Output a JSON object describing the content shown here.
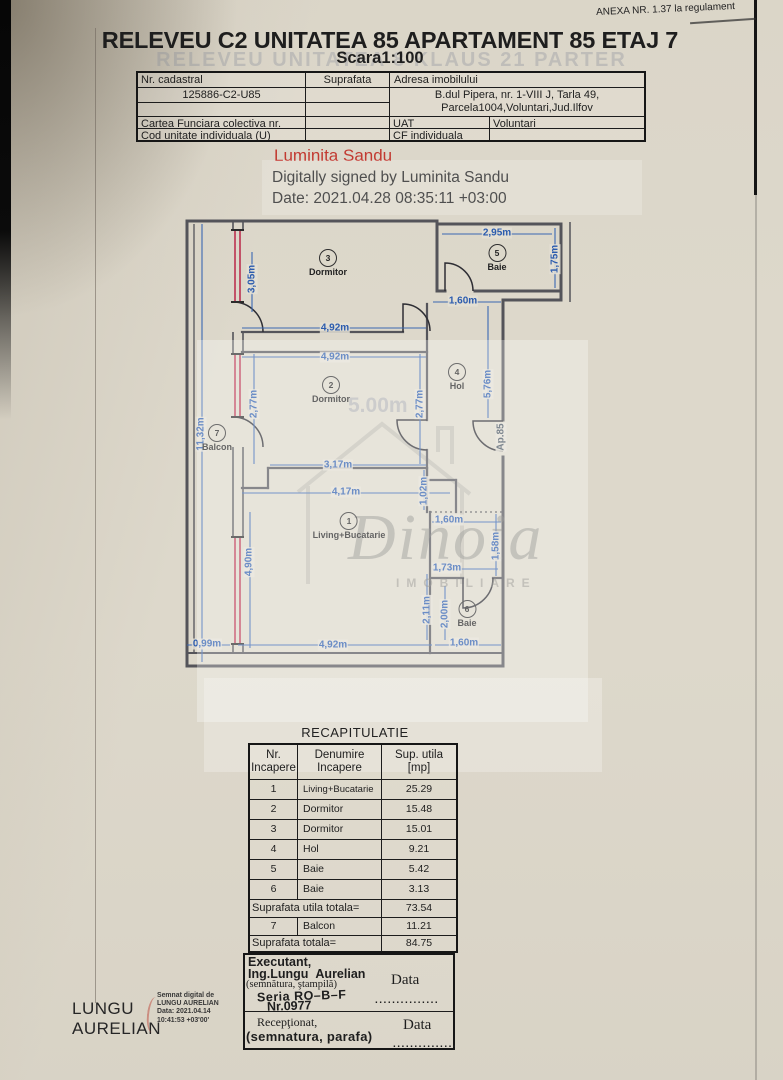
{
  "page": {
    "anexa_note": "ANEXA NR. 1.37 la regulament",
    "title": "RELEVEU C2 UNITATEA 85 APARTAMENT 85 ETAJ 7",
    "scale": "Scara1:100",
    "ghost_title": "RELEVEU     UNITATEA 8          KLAUS 21 PARTER"
  },
  "info_table": {
    "nr_cadastral_label": "Nr. cadastral",
    "nr_cadastral_value": "125886-C2-U85",
    "suprafata_label": "Suprafata",
    "adresa_label": "Adresa imobilului",
    "adresa_line1": "B.dul Pipera, nr. 1-VIII J, Tarla 49,",
    "adresa_line2": "Parcela1004,Voluntari,Jud.Ilfov",
    "cartea_label": "Cartea Funciara colectiva nr.",
    "uat_label": "UAT",
    "uat_value": "Voluntari",
    "cod_label": "Cod unitate individuala (U)",
    "cf_label": "CF individuala"
  },
  "digital_signature": {
    "name": "Luminita Sandu",
    "line1": "Digitally signed by Luminita Sandu",
    "line2": "Date: 2021.04.28 08:35:11 +03:00"
  },
  "floorplan": {
    "rooms": [
      {
        "num": "3",
        "name": "Dormitor"
      },
      {
        "num": "5",
        "name": "Baie"
      },
      {
        "num": "2",
        "name": "Dormitor"
      },
      {
        "num": "4",
        "name": "Hol"
      },
      {
        "num": "7",
        "name": "Balcon"
      },
      {
        "num": "1",
        "name": "Living+Bucatarie"
      },
      {
        "num": "6",
        "name": "Baie"
      }
    ],
    "dims": [
      "2,95m",
      "1,75m",
      "3,05m",
      "4,92m",
      "4,92m",
      "1,60m",
      "11,32m",
      "2,77m",
      "2,77m",
      "5,76m",
      "3,17m",
      "4,17m",
      "1,02m",
      "1,60m",
      "1,58m",
      "1,73m",
      "4,90m",
      "2,11m",
      "2,00m",
      "0,99m",
      "4,92m",
      "1,60m",
      "Ap.85"
    ],
    "ghost_dim": "5.00m",
    "watermark": {
      "name": "Dinoia",
      "subtitle": "IMOBILIARE"
    },
    "colors": {
      "dimension_blue": "#2c5cae",
      "window_red": "#c25268",
      "wall_gray": "#54545a"
    }
  },
  "recap": {
    "title": "RECAPITULATIE",
    "headers": {
      "col1": "Nr.\nIncapere",
      "col2": "Denumire\nIncapere",
      "col3": "Sup. utila\n[mp]"
    },
    "rows": [
      {
        "nr": "1",
        "name": "Living+Bucatarie",
        "sup": "25.29"
      },
      {
        "nr": "2",
        "name": "Dormitor",
        "sup": "15.48"
      },
      {
        "nr": "3",
        "name": "Dormitor",
        "sup": "15.01"
      },
      {
        "nr": "4",
        "name": "Hol",
        "sup": "9.21"
      },
      {
        "nr": "5",
        "name": "Baie",
        "sup": "5.42"
      },
      {
        "nr": "6",
        "name": "Baie",
        "sup": "3.13"
      }
    ],
    "subtotal_label": "Suprafata utila totala=",
    "subtotal_value": "73.54",
    "balcon_row": {
      "nr": "7",
      "name": "Balcon",
      "sup": "11.21"
    },
    "total_label": "Suprafata totala=",
    "total_value": "84.75"
  },
  "executant": {
    "line1": "Executant,",
    "line2": "Ing.Lungu Aurelian",
    "line3": "(semnătura, ştampilă)",
    "seria": "Seria RO–B–F",
    "nr": "Nr.0977",
    "data_label": "Data",
    "dots": "...............",
    "receptionat": "Recepţionat,",
    "receptionat_sub": "(semnatura, parafa)"
  },
  "bottom_signature": {
    "name": "LUNGU\nAURELIAN",
    "details": "Semnat digital de\nLUNGU AURELIAN\nData: 2021.04.14\n10:41:53 +03'00'"
  }
}
